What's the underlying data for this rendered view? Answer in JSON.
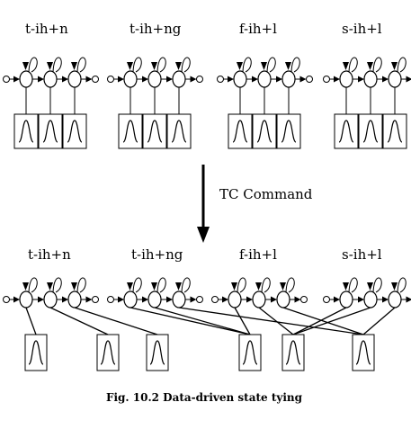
{
  "top_models": [
    "t-ih+n",
    "t-ih+ng",
    "f-ih+l",
    "s-ih+l"
  ],
  "bottom_models": [
    "t-ih+n",
    "t-ih+ng",
    "f-ih+l",
    "s-ih+l"
  ],
  "command_label": "TC Command",
  "caption": "Fig. 10.2  Data-driven state tying",
  "shared_pdf_count": 6,
  "tying": [
    [
      [
        0,
        1
      ],
      [
        1,
        0
      ]
    ],
    [
      [
        0,
        2
      ],
      [
        2,
        0
      ]
    ],
    [
      [
        0,
        3
      ],
      [
        3,
        0
      ]
    ],
    [
      [
        1,
        1
      ],
      [
        1,
        2
      ],
      [
        2,
        1
      ]
    ],
    [
      [
        2,
        2
      ],
      [
        3,
        1
      ],
      [
        3,
        2
      ]
    ],
    [
      [
        1,
        3
      ],
      [
        2,
        3
      ],
      [
        3,
        3
      ]
    ]
  ]
}
